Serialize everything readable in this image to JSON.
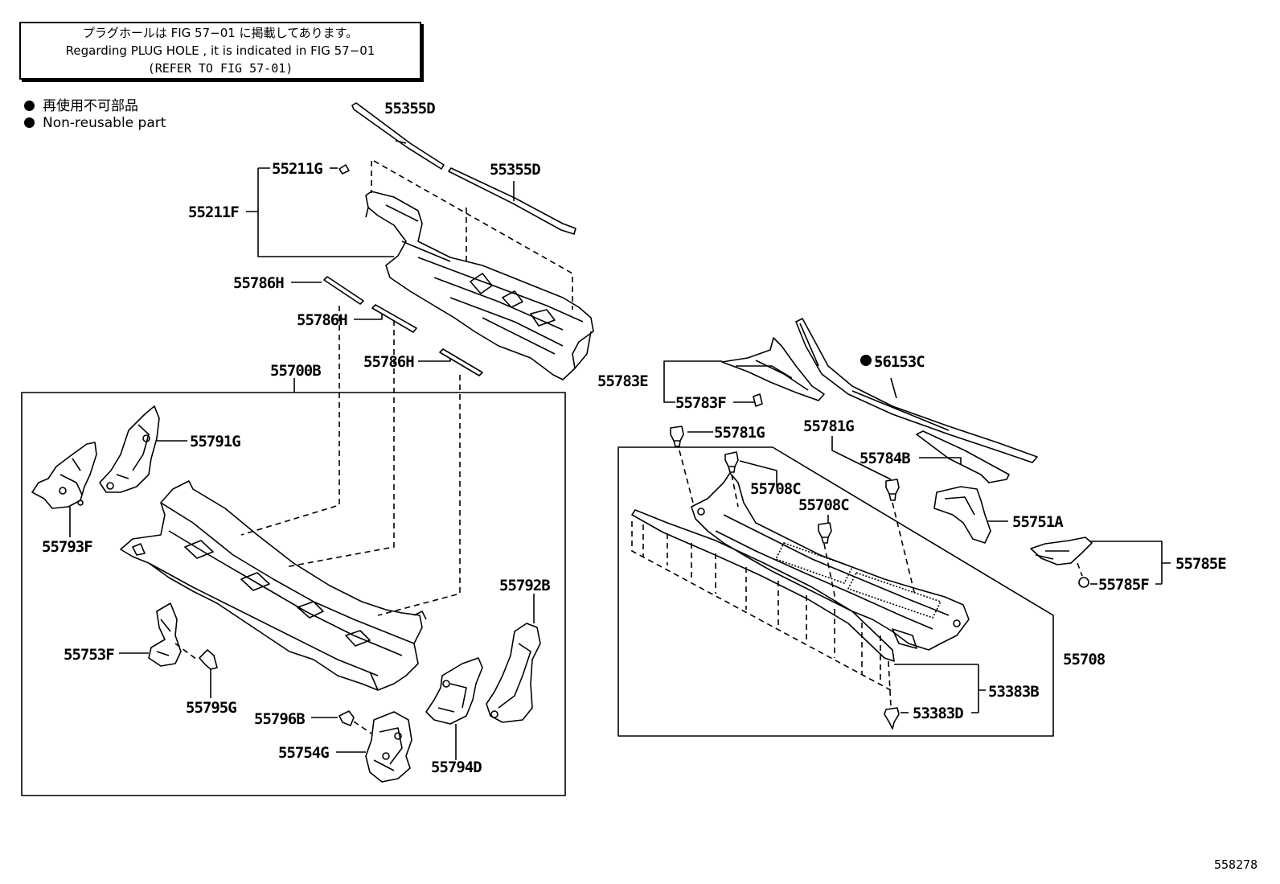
{
  "note": {
    "line1": "プラグホールは FIG 57−01 に掲載してあります。",
    "line2": "Regarding  PLUG  HOLE , it is indicated in FIG 57−01",
    "line3": "(REFER TO FIG 57-01)"
  },
  "legend": {
    "jp": "再使用不可部品",
    "en": "Non-reusable part"
  },
  "parts": {
    "p55355D_a": "55355D",
    "p55355D_b": "55355D",
    "p55211G": "55211G",
    "p55211F": "55211F",
    "p55786H_a": "55786H",
    "p55786H_b": "55786H",
    "p55786H_c": "55786H",
    "p55700B": "55700B",
    "p55791G": "55791G",
    "p55793F": "55793F",
    "p55792B": "55792B",
    "p55753F": "55753F",
    "p55795G": "55795G",
    "p55796B": "55796B",
    "p55754G": "55754G",
    "p55794D": "55794D",
    "p55783E": "55783E",
    "p55783F": "55783F",
    "p56153C": "56153C",
    "p55781G_a": "55781G",
    "p55781G_b": "55781G",
    "p55784B": "55784B",
    "p55708C_a": "55708C",
    "p55708C_b": "55708C",
    "p55751A": "55751A",
    "p55785E": "55785E",
    "p55785F": "55785F",
    "p55708": "55708",
    "p53383B": "53383B",
    "p53383D": "53383D"
  },
  "figure_code": "558278"
}
